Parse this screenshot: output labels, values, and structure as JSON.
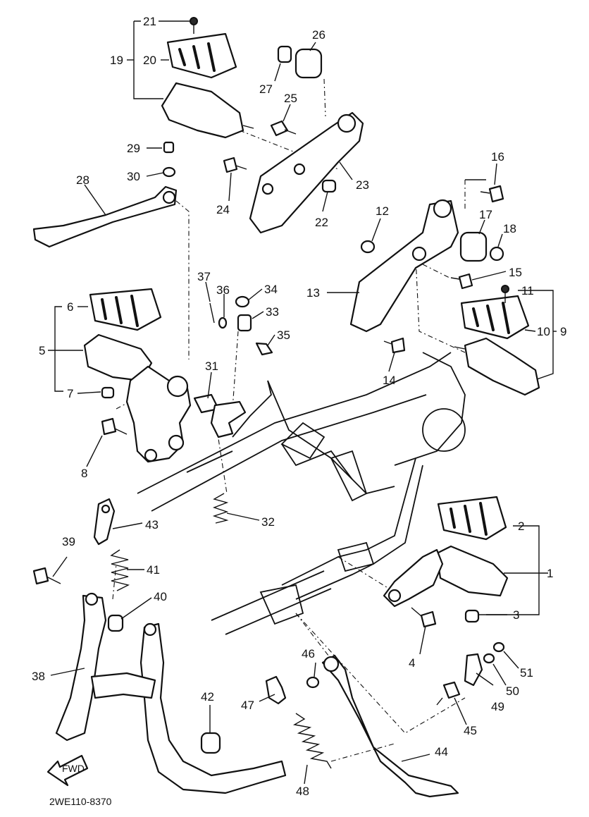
{
  "diagram": {
    "drawing_code": "2WE110-8370",
    "fwd_label": "FWD",
    "callouts": {
      "c1": "1",
      "c2": "2",
      "c3": "3",
      "c4": "4",
      "c5": "5",
      "c6": "6",
      "c7": "7",
      "c8": "8",
      "c9": "9",
      "c10": "10",
      "c11": "11",
      "c12": "12",
      "c13": "13",
      "c14": "14",
      "c15": "15",
      "c16": "16",
      "c17": "17",
      "c18": "18",
      "c19": "19",
      "c20": "20",
      "c21": "21",
      "c22": "22",
      "c23": "23",
      "c24": "24",
      "c25": "25",
      "c26": "26",
      "c27": "27",
      "c28": "28",
      "c29": "29",
      "c30": "30",
      "c31": "31",
      "c32": "32",
      "c33": "33",
      "c34": "34",
      "c35": "35",
      "c36": "36",
      "c37": "37",
      "c38": "38",
      "c39": "39",
      "c40": "40",
      "c41": "41",
      "c42": "42",
      "c43": "43",
      "c44": "44",
      "c45": "45",
      "c46": "46",
      "c47": "47",
      "c48": "48",
      "c49": "49",
      "c50": "50",
      "c51": "51"
    }
  }
}
